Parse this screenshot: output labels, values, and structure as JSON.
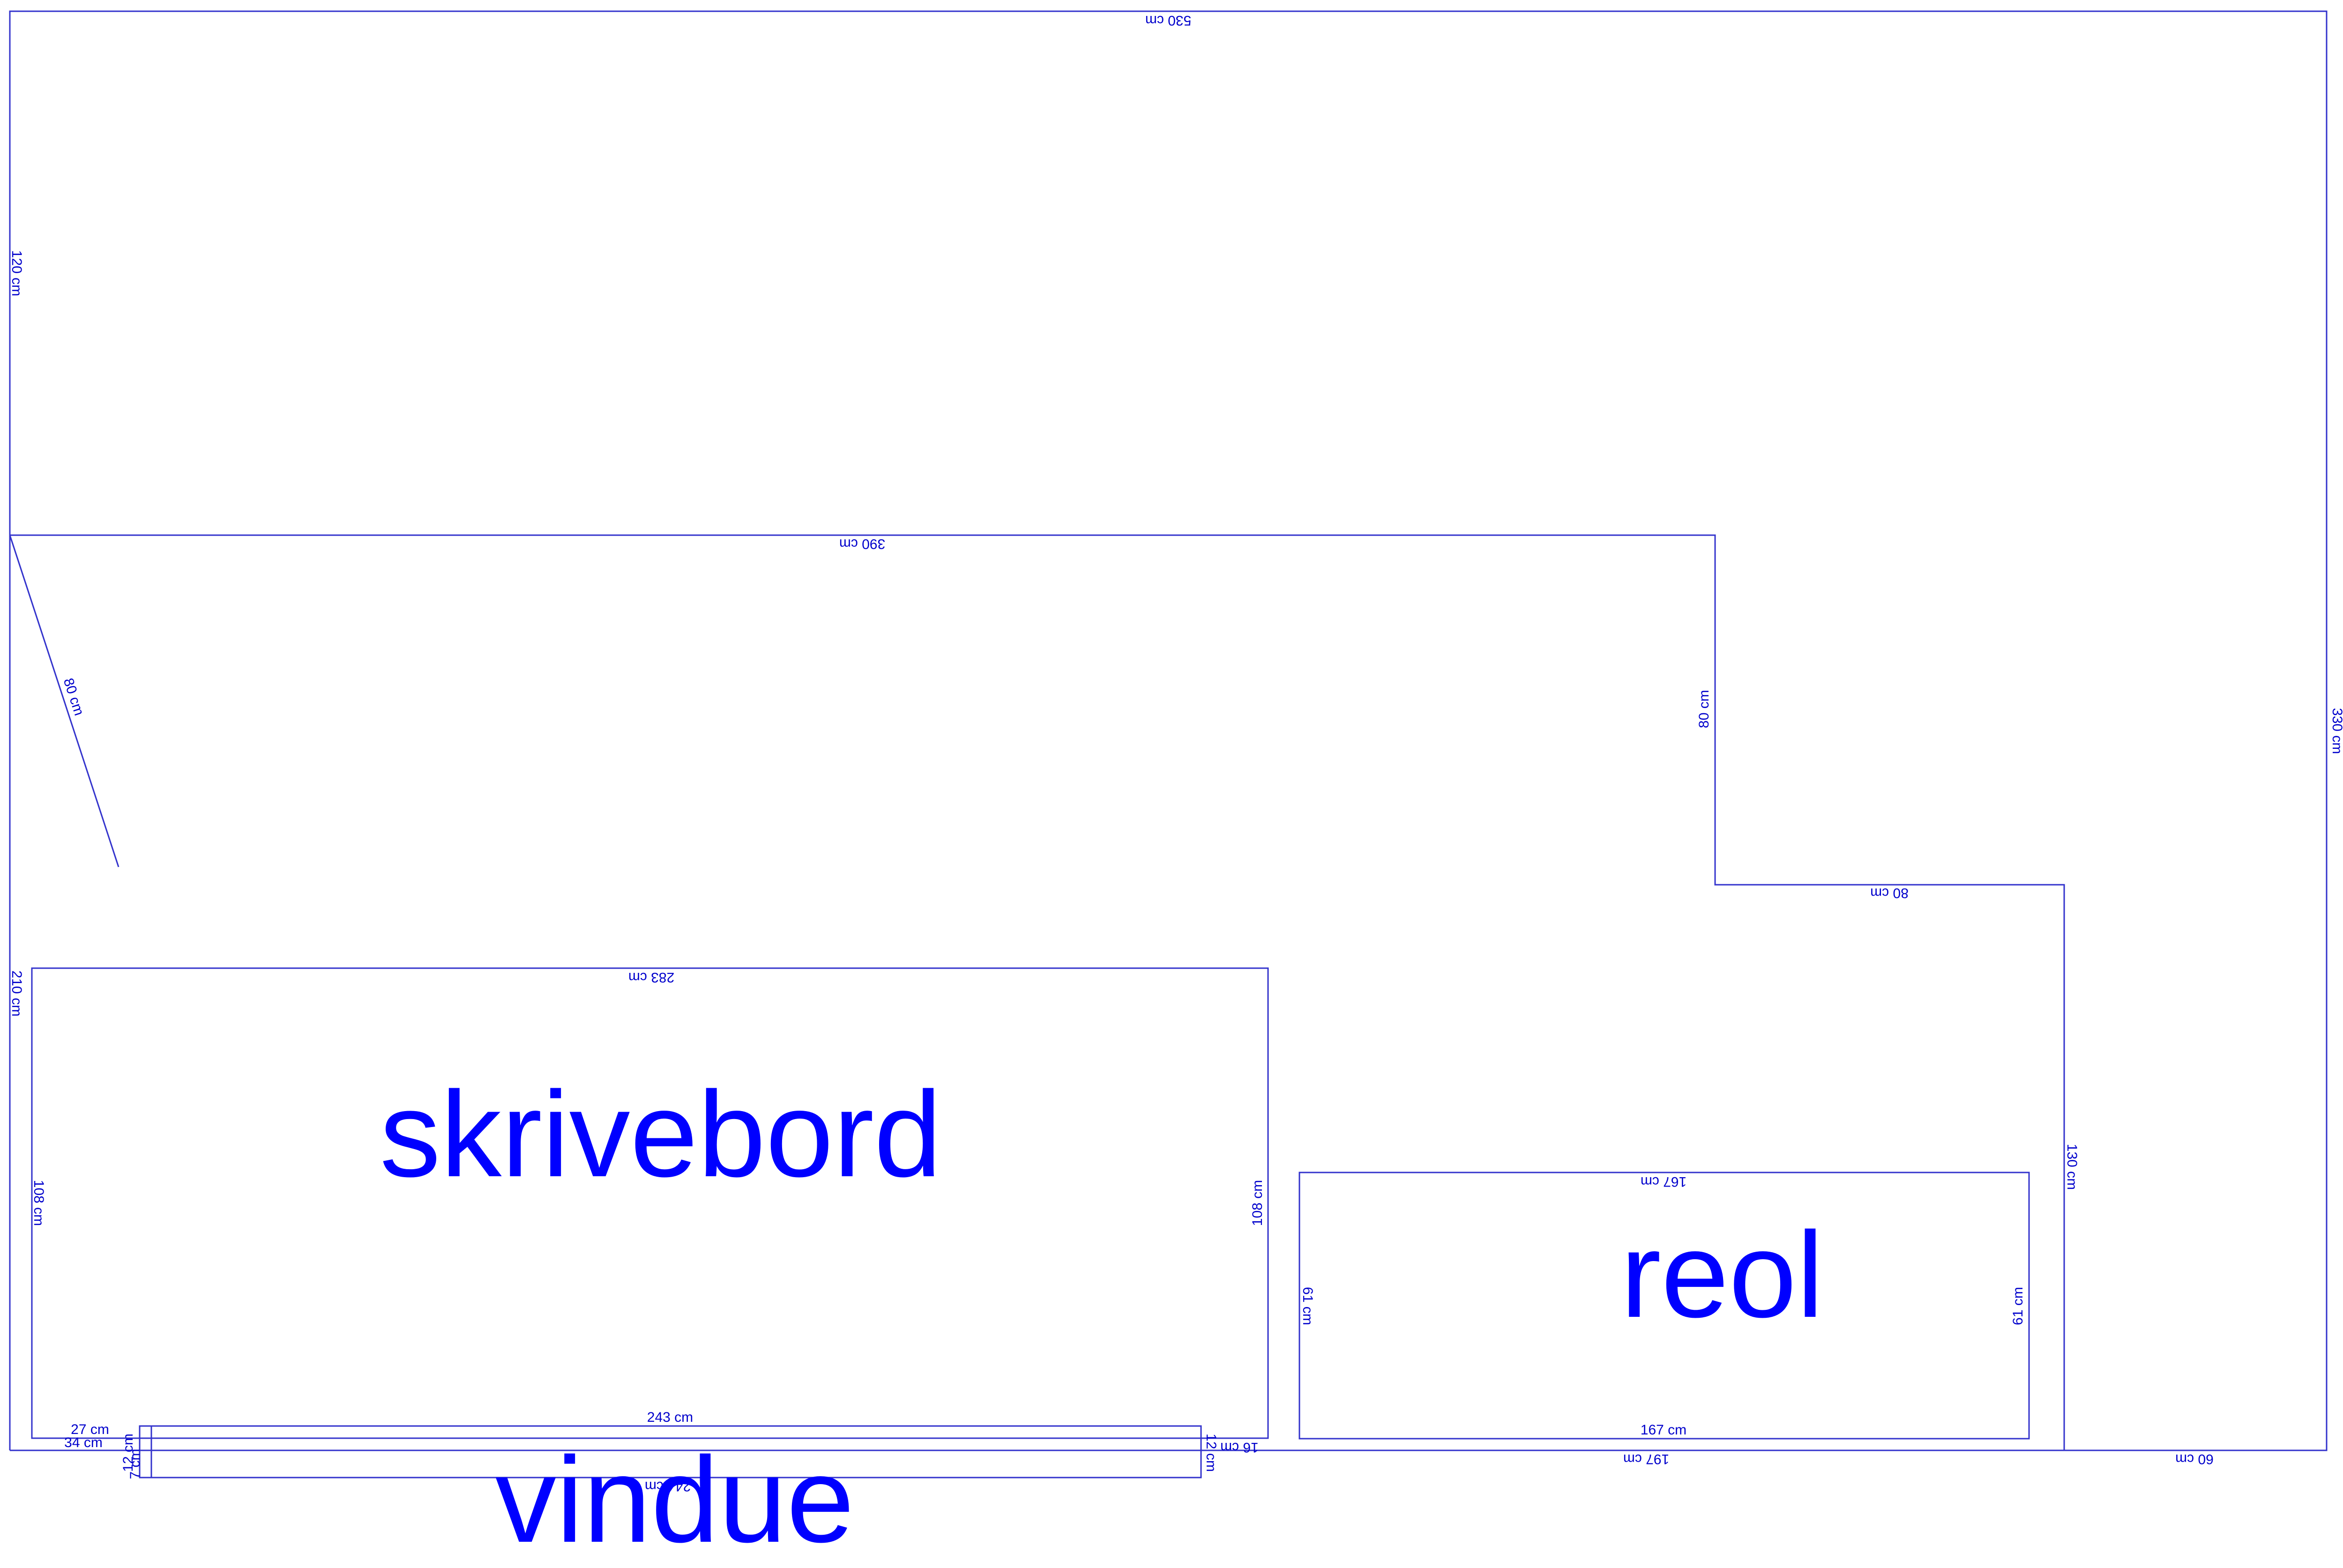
{
  "colors": {
    "line": "#3333cc",
    "text": "#0000cc",
    "label": "#0000ff"
  },
  "labels": {
    "desk": "skrivebord",
    "shelf": "reol",
    "window": "vindue"
  },
  "dimensions": {
    "top_wall": "530 cm",
    "right_wall": "330 cm",
    "left_upper": "120 cm",
    "inner_top": "390 cm",
    "inner_step_vertical": "80 cm",
    "inner_step_horizontal": "80 cm",
    "inner_right_vertical": "130 cm",
    "diagonal": "80 cm",
    "left_lower": "210 cm",
    "bottom_middle": "197 cm",
    "bottom_right": "60 cm",
    "desk_top": "283 cm",
    "desk_left": "108 cm",
    "desk_right": "108 cm",
    "desk_bottom_left_a": "27 cm",
    "desk_bottom_left_b": "34 cm",
    "desk_bottom_right": "16 cm",
    "shelf_top": "167 cm",
    "shelf_bottom": "167 cm",
    "shelf_left": "61 cm",
    "shelf_right": "61 cm",
    "window_top": "243 cm",
    "window_bottom": "244 cm",
    "window_left_a": "12 cm",
    "window_left_b": "7 cm",
    "window_right": "12 cm"
  }
}
